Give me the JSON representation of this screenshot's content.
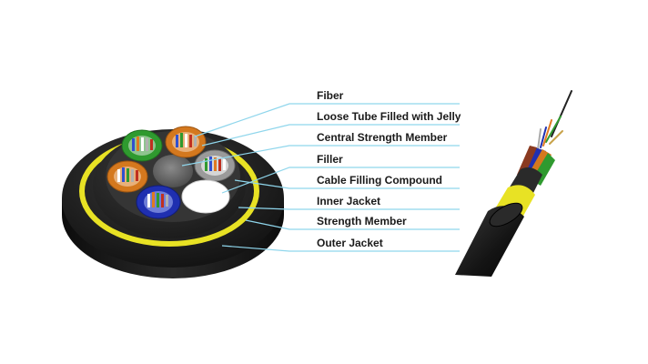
{
  "labels": [
    {
      "id": "fiber",
      "text": "Fiber"
    },
    {
      "id": "loose-tube",
      "text": "Loose Tube Filled with Jelly"
    },
    {
      "id": "central-strength-member",
      "text": "Central Strength Member"
    },
    {
      "id": "filler",
      "text": "Filler"
    },
    {
      "id": "cable-filling-compound",
      "text": "Cable Filling Compound"
    },
    {
      "id": "inner-jacket",
      "text": "Inner Jacket"
    },
    {
      "id": "strength-member",
      "text": "Strength Member"
    },
    {
      "id": "outer-jacket",
      "text": "Outer Jacket"
    }
  ],
  "colors": {
    "outer_jacket": "#1c1c1c",
    "strength_member": "#e8e224",
    "inner_jacket": "#2a2a2a",
    "tube_green": "#2f9a2f",
    "tube_orange": "#d4781e",
    "tube_blue": "#1f2fb0",
    "tube_gray": "#9a9a9a",
    "filler": "#ffffff",
    "central_member": "#6e6e6e",
    "leader_line": "#8fd6ec"
  }
}
